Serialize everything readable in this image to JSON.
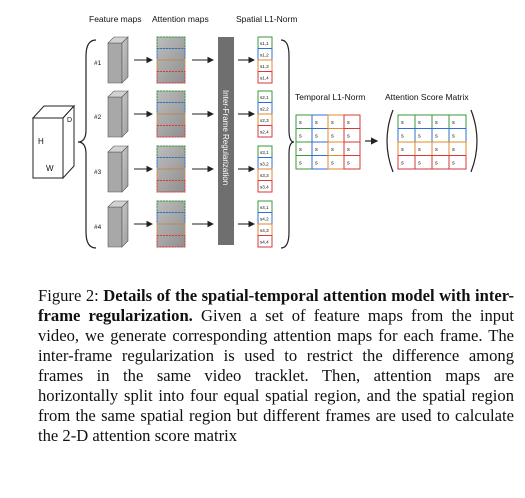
{
  "figure": {
    "headers": {
      "feature_maps": "Feature maps",
      "attention_maps": "Attention maps",
      "spatial_l1": "Spatial L1-Norm",
      "temporal_l1": "Temporal L1-Norm",
      "score_matrix": "Attention Score Matrix"
    },
    "input_labels": {
      "h": "H",
      "w": "W",
      "d": "D"
    },
    "frame_labels": [
      "#1",
      "#2",
      "#3",
      "#4"
    ],
    "regularization_label": "Inter-Frame Regularization",
    "spatial_entries": [
      [
        "s1,1",
        "s1,2",
        "s1,3",
        "s1,4"
      ],
      [
        "s2,1",
        "s2,2",
        "s2,3",
        "s2,4"
      ],
      [
        "s3,1",
        "s3,2",
        "s3,3",
        "s3,4"
      ],
      [
        "s4,1",
        "s4,2",
        "s4,3",
        "s4,4"
      ]
    ],
    "temporal_cell": "s",
    "region_colors": [
      "#3a9a3a",
      "#2f6fd6",
      "#e08a2a",
      "#d63a3a"
    ]
  },
  "caption": {
    "label": "Figure 2:",
    "bold": "Details of the spatial-temporal attention model with inter-frame regularization.",
    "text": "Given a set of feature maps from the input video, we generate corresponding attention maps for each frame. The inter-frame regularization is used to restrict the difference among frames in the same video tracklet. Then, attention maps are horizontally split into four equal spatial region, and the spatial region from the same spatial region but different frames are used to calculate the 2-D attention score matrix"
  }
}
